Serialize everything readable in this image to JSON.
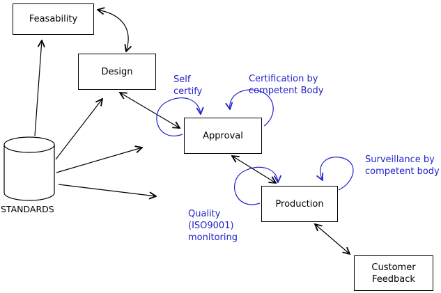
{
  "colors": {
    "annotation": "#2222cc",
    "connector": "#000000",
    "node-border": "#000000",
    "node-fill": "#ffffff",
    "background": "#ffffff"
  },
  "nodes": {
    "feasability": {
      "label": "Feasability"
    },
    "design": {
      "label": "Design"
    },
    "approval": {
      "label": "Approval"
    },
    "production": {
      "label": "Production"
    },
    "customer_feedback": {
      "label": "Customer\nFeedback"
    },
    "standards": {
      "label": "STANDARDS"
    }
  },
  "annotations": {
    "self_certify": "Self\ncertify",
    "certification": "Certification by\ncompetent Body",
    "surveillance": "Surveillance by\ncompetent body",
    "quality_monitoring": "Quality\n(ISO9001)\nmonitoring"
  }
}
